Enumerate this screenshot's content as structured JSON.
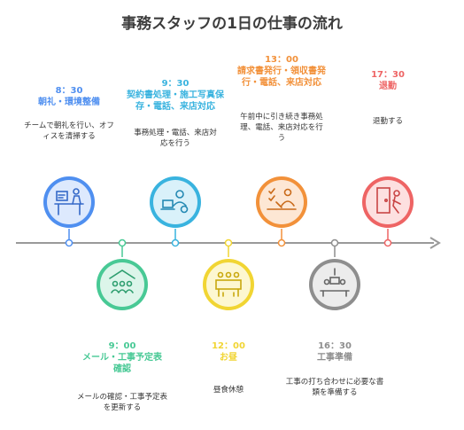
{
  "title": "事務スタッフの1日の仕事の流れ",
  "colors": {
    "axis": "#9a9a9a",
    "blue": "#4f8ff0",
    "green": "#48c995",
    "cyan": "#39b3df",
    "yellow": "#f1d533",
    "orange": "#f2913a",
    "gray": "#8e8e8e",
    "red": "#ee6464"
  },
  "events": [
    {
      "time": "8：30",
      "title": "朝礼・環境整備",
      "desc": "チームで朝礼を行い、オフィスを清掃する",
      "icon": "meeting-presentation-icon"
    },
    {
      "time": "9：00",
      "title": "メール・工事予定表確認",
      "desc": "メールの確認・工事予定表を更新する",
      "icon": "team-schedule-icon"
    },
    {
      "time": "9：30",
      "title": "契約書処理・施工写真保存・電話、来店対応",
      "desc": "事務処理・電話、来店対応を行う",
      "icon": "laptop-worker-icon"
    },
    {
      "time": "12：00",
      "title": "お昼",
      "desc": "昼食休憩",
      "icon": "lunch-table-icon"
    },
    {
      "time": "13：00",
      "title": "請求書発行・領収書発行・電話、来店対応",
      "desc": "午前中に引き続き事務処理、電話、来店対応を行う",
      "icon": "checklist-worker-icon"
    },
    {
      "time": "16：30",
      "title": "工事準備",
      "desc": "工事の打ち合わせに必要な書類を準備する",
      "icon": "preparation-meeting-icon"
    },
    {
      "time": "17：30",
      "title": "退勤",
      "desc": "退勤する",
      "icon": "exit-door-icon"
    }
  ]
}
